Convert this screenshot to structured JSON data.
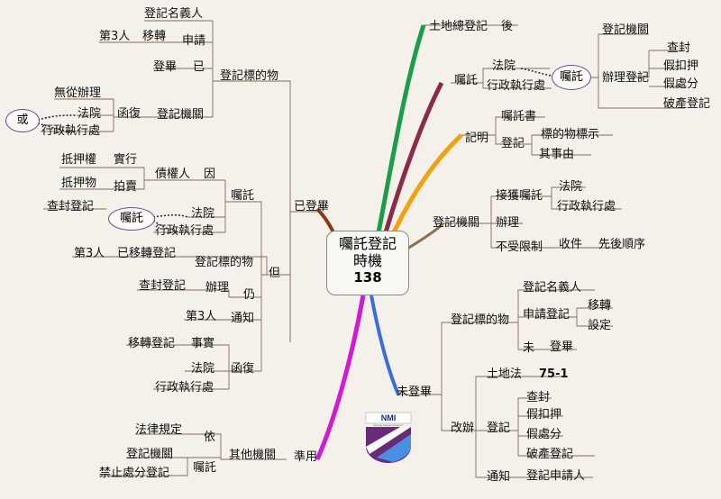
{
  "center": {
    "line1": "囑託登記",
    "line2": "時機",
    "number": "138"
  },
  "colors": {
    "green": "#1a9e4a",
    "maroon": "#8c2a47",
    "orange": "#f2a20a",
    "blue": "#3b6fd8",
    "magenta": "#d21ad2",
    "brown": "#8a3a10"
  },
  "texts": {
    "registered": "已登畢",
    "reg_object": "登記標的物",
    "reg_name": "登記名義人",
    "third1": "第3人",
    "transfer1": "移轉",
    "apply1": "申請",
    "reg_done": "登畢",
    "already": "已",
    "no_way": "無從辦理",
    "court1": "法院",
    "reply1": "函復",
    "reg_authority": "登記機關",
    "or": "或",
    "exec1": "行政執行處",
    "mortgage": "抵押權",
    "enforce": "實行",
    "creditor": "債權人",
    "cause": "因",
    "mortgaged": "抵押物",
    "auction": "拍賣",
    "commission": "囑託",
    "seal_reg": "查封登記",
    "commission_oval": "囑託",
    "court2": "法院",
    "exec2": "行政執行處",
    "third2": "第3人",
    "transferred_reg": "已移轉登記",
    "reg_object2": "登記標的物",
    "but": "但",
    "seal_reg2": "查封登記",
    "handle": "辦理",
    "still": "仍",
    "third3": "第3人",
    "notify": "通知",
    "transfer_reg": "移轉登記",
    "fact": "事實",
    "court3": "法院",
    "reply2": "函復",
    "exec3": "行政執行處",
    "legal_rule": "法律規定",
    "by": "依",
    "reg_authority2": "登記機關",
    "commission2": "囑託",
    "other_auth": "其他機關",
    "apply_mutatis": "準用",
    "prohibit_reg": "禁止處分登記",
    "land_total": "土地總登記",
    "after": "後",
    "commission3": "囑託",
    "court4": "法院",
    "exec4": "行政執行處",
    "commission_oval2": "囑託",
    "reg_authority3": "登記機關",
    "handle_reg": "辦理登記",
    "seize": "查封",
    "fake_seize": "假扣押",
    "provisional": "假處分",
    "bankrupt": "破產登記",
    "note": "記明",
    "commission_doc": "囑託書",
    "register": "登記",
    "object_show": "標的物標示",
    "cause_item": "其事由",
    "reg_authority4": "登記機關",
    "receive": "接獲囑託",
    "court5": "法院",
    "exec5": "行政執行處",
    "handle2": "辦理",
    "unrestricted": "不受限制",
    "receive_doc": "收件",
    "order": "先後順序",
    "unregistered": "未登畢",
    "reg_object3": "登記標的物",
    "reg_name2": "登記名義人",
    "apply_reg": "申請登記",
    "transfer2": "移轉",
    "setup": "設定",
    "not_yet": "未",
    "reg_done2": "登畢",
    "land_law": "土地法",
    "article": "75-1",
    "change": "改辦",
    "register2": "登記",
    "seize2": "查封",
    "fake_seize2": "假扣押",
    "provisional2": "假處分",
    "bankrupt2": "破產登記",
    "notify2": "通知",
    "reg_applicant": "登記申請人"
  },
  "logo": {
    "letters": "NMI",
    "caption": "NATIONAL MINGDAO UNIVERSITY"
  }
}
